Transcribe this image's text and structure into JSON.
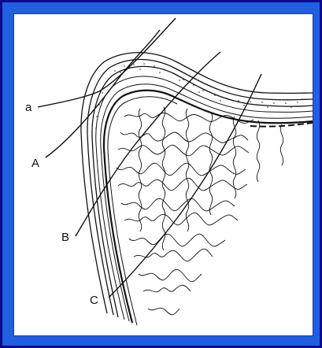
{
  "diagram": {
    "labels": {
      "a": "a",
      "A": "A",
      "B": "B",
      "C": "C"
    },
    "colors": {
      "outer_background": "#0b0b8a",
      "frame_blue": "#1f5fe0",
      "panel_white": "#ffffff",
      "ink": "#111111"
    }
  }
}
